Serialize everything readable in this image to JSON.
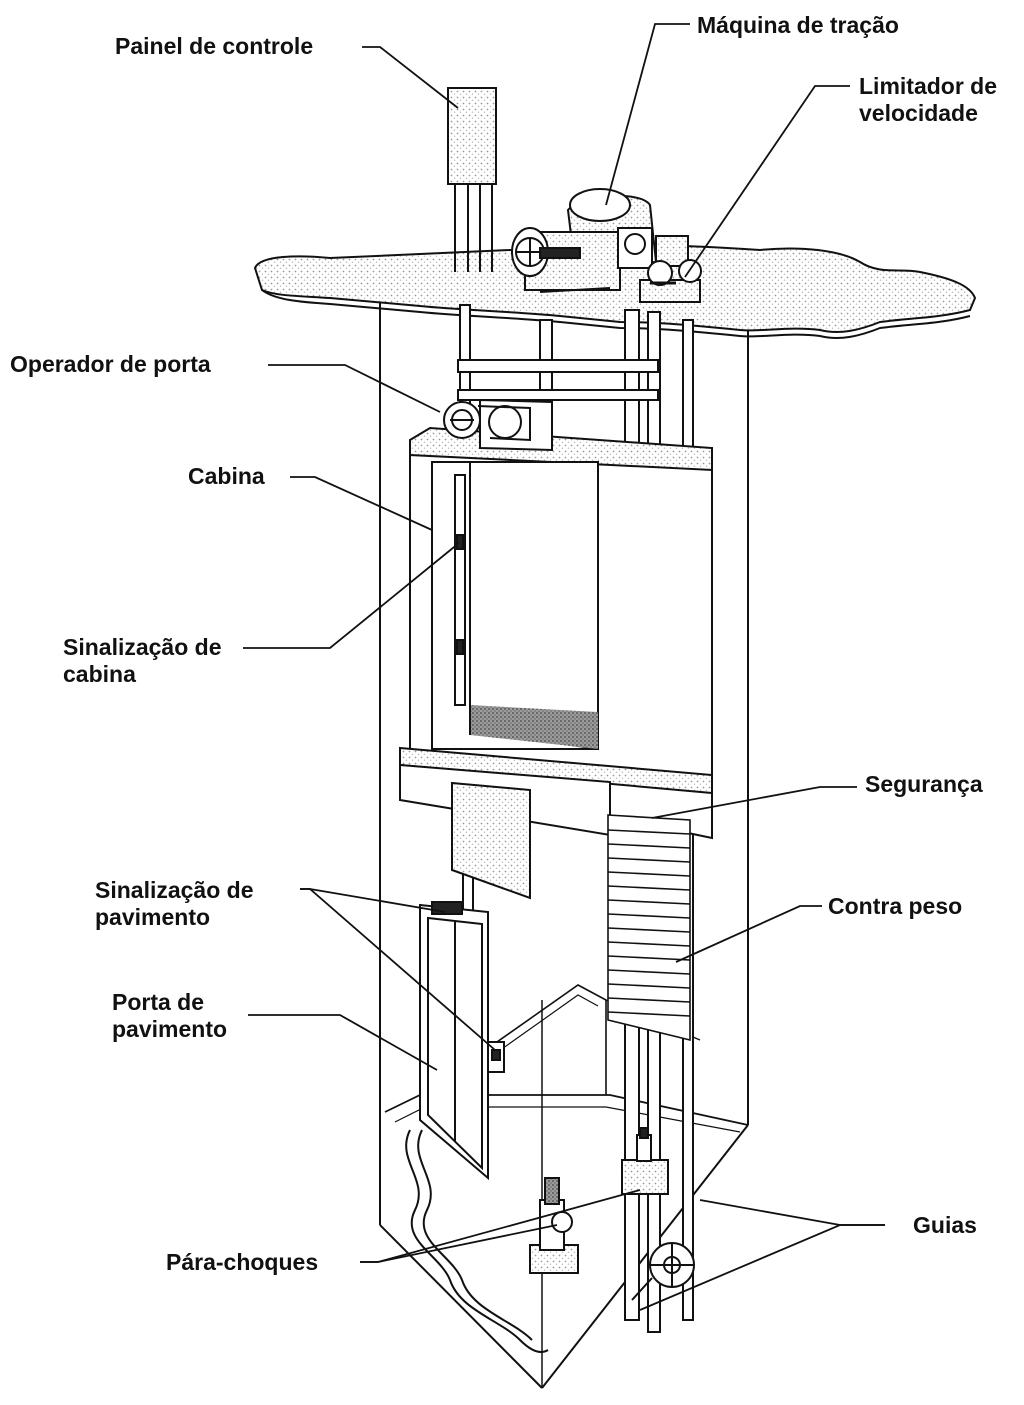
{
  "labels": {
    "painel_controle": "Painel de controle",
    "maquina_tracao": "Máquina de tração",
    "limitador": [
      "Limitador de",
      "velocidade"
    ],
    "operador_porta": "Operador de porta",
    "cabina": "Cabina",
    "sinalizacao_cabina": [
      "Sinalização de",
      "cabina"
    ],
    "seguranca": "Segurança",
    "sinalizacao_pavimento": [
      "Sinalização de",
      "pavimento"
    ],
    "contra_peso": "Contra peso",
    "porta_pavimento": [
      "Porta de",
      "pavimento"
    ],
    "guias": "Guias",
    "para_choques": "Pára-choques"
  },
  "colors": {
    "ink": "#111111",
    "shade": "#8a8a8a",
    "light_shade": "#d9d9d9",
    "background": "#ffffff"
  }
}
